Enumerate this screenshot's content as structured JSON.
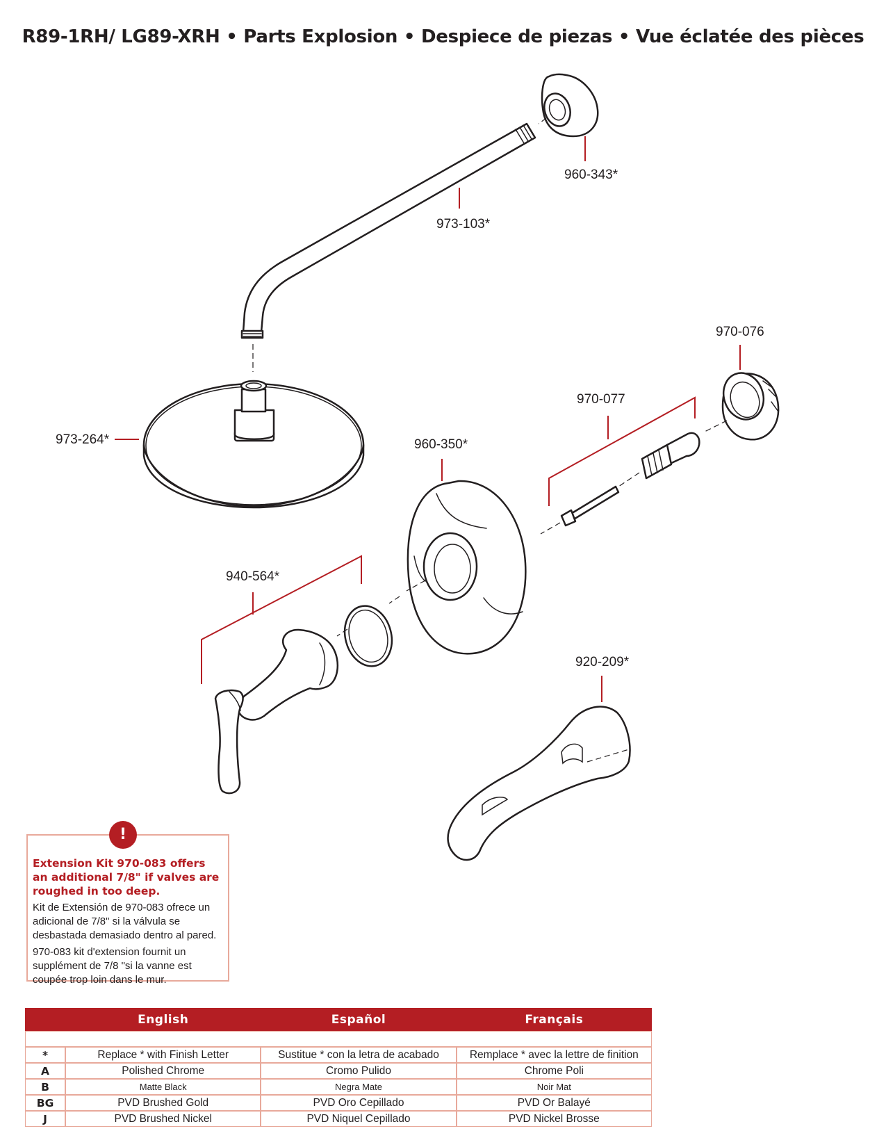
{
  "title": "R89-1RH/ LG89-XRH • Parts Explosion • Despiece de piezas • Vue éclatée des pièces",
  "parts": [
    {
      "id": "flange",
      "label": "960-343*"
    },
    {
      "id": "shower-arm",
      "label": "973-103*"
    },
    {
      "id": "extension-nut",
      "label": "970-076"
    },
    {
      "id": "stem-extension",
      "label": "970-077"
    },
    {
      "id": "showerhead",
      "label": "973-264*"
    },
    {
      "id": "escutcheon",
      "label": "960-350*"
    },
    {
      "id": "handle-kit",
      "label": "940-564*"
    },
    {
      "id": "tub-spout",
      "label": "920-209*"
    }
  ],
  "note": {
    "badge": "!",
    "english": "Extension Kit 970-083 offers an additional 7/8\" if valves are roughed in too deep.",
    "spanish": "Kit de Extensión de 970-083 ofrece un adicional de 7/8\" si la válvula se desbastada demasiado dentro al pared.",
    "french": "970-083 kit d'extension fournit un supplément de 7/8 \"si la vanne est coupée trop loin dans le mur."
  },
  "table": {
    "headers": [
      "",
      "English",
      "Español",
      "Français"
    ],
    "rows": [
      {
        "code": "*",
        "en": "Replace * with Finish Letter",
        "es": "Sustitue * con la letra de acabado",
        "fr": "Remplace * avec la lettre de finition"
      },
      {
        "code": "A",
        "en": "Polished Chrome",
        "es": "Cromo Pulido",
        "fr": "Chrome Poli"
      },
      {
        "code": "B",
        "en": "Matte Black",
        "es": "Negra Mate",
        "fr": "Noir Mat"
      },
      {
        "code": "BG",
        "en": "PVD Brushed Gold",
        "es": "PVD Oro Cepillado",
        "fr": "PVD Or Balayé"
      },
      {
        "code": "J",
        "en": "PVD Brushed Nickel",
        "es": "PVD Niquel Cepillado",
        "fr": "PVD Nickel Brosse"
      }
    ]
  },
  "colors": {
    "accent": "#b41e23",
    "border": "#e8a99b",
    "text": "#231f20"
  }
}
